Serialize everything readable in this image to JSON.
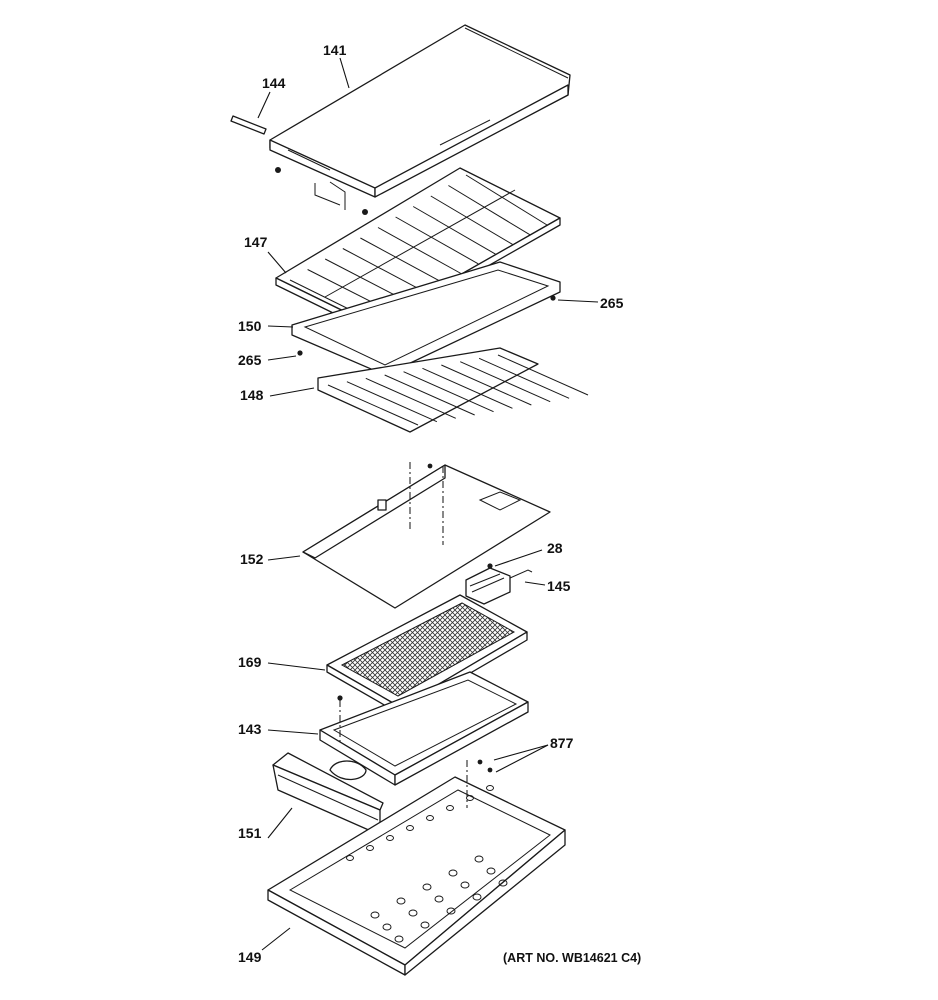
{
  "diagram": {
    "art_number": "(ART NO. WB14621 C4)",
    "callouts": [
      {
        "id": "c141",
        "text": "141"
      },
      {
        "id": "c144",
        "text": "144"
      },
      {
        "id": "c147",
        "text": "147"
      },
      {
        "id": "c265a",
        "text": "265"
      },
      {
        "id": "c150",
        "text": "150"
      },
      {
        "id": "c265b",
        "text": "265"
      },
      {
        "id": "c148",
        "text": "148"
      },
      {
        "id": "c152",
        "text": "152"
      },
      {
        "id": "c28",
        "text": "28"
      },
      {
        "id": "c145",
        "text": "145"
      },
      {
        "id": "c169",
        "text": "169"
      },
      {
        "id": "c143",
        "text": "143"
      },
      {
        "id": "c877",
        "text": "877"
      },
      {
        "id": "c151",
        "text": "151"
      },
      {
        "id": "c149",
        "text": "149"
      }
    ]
  }
}
